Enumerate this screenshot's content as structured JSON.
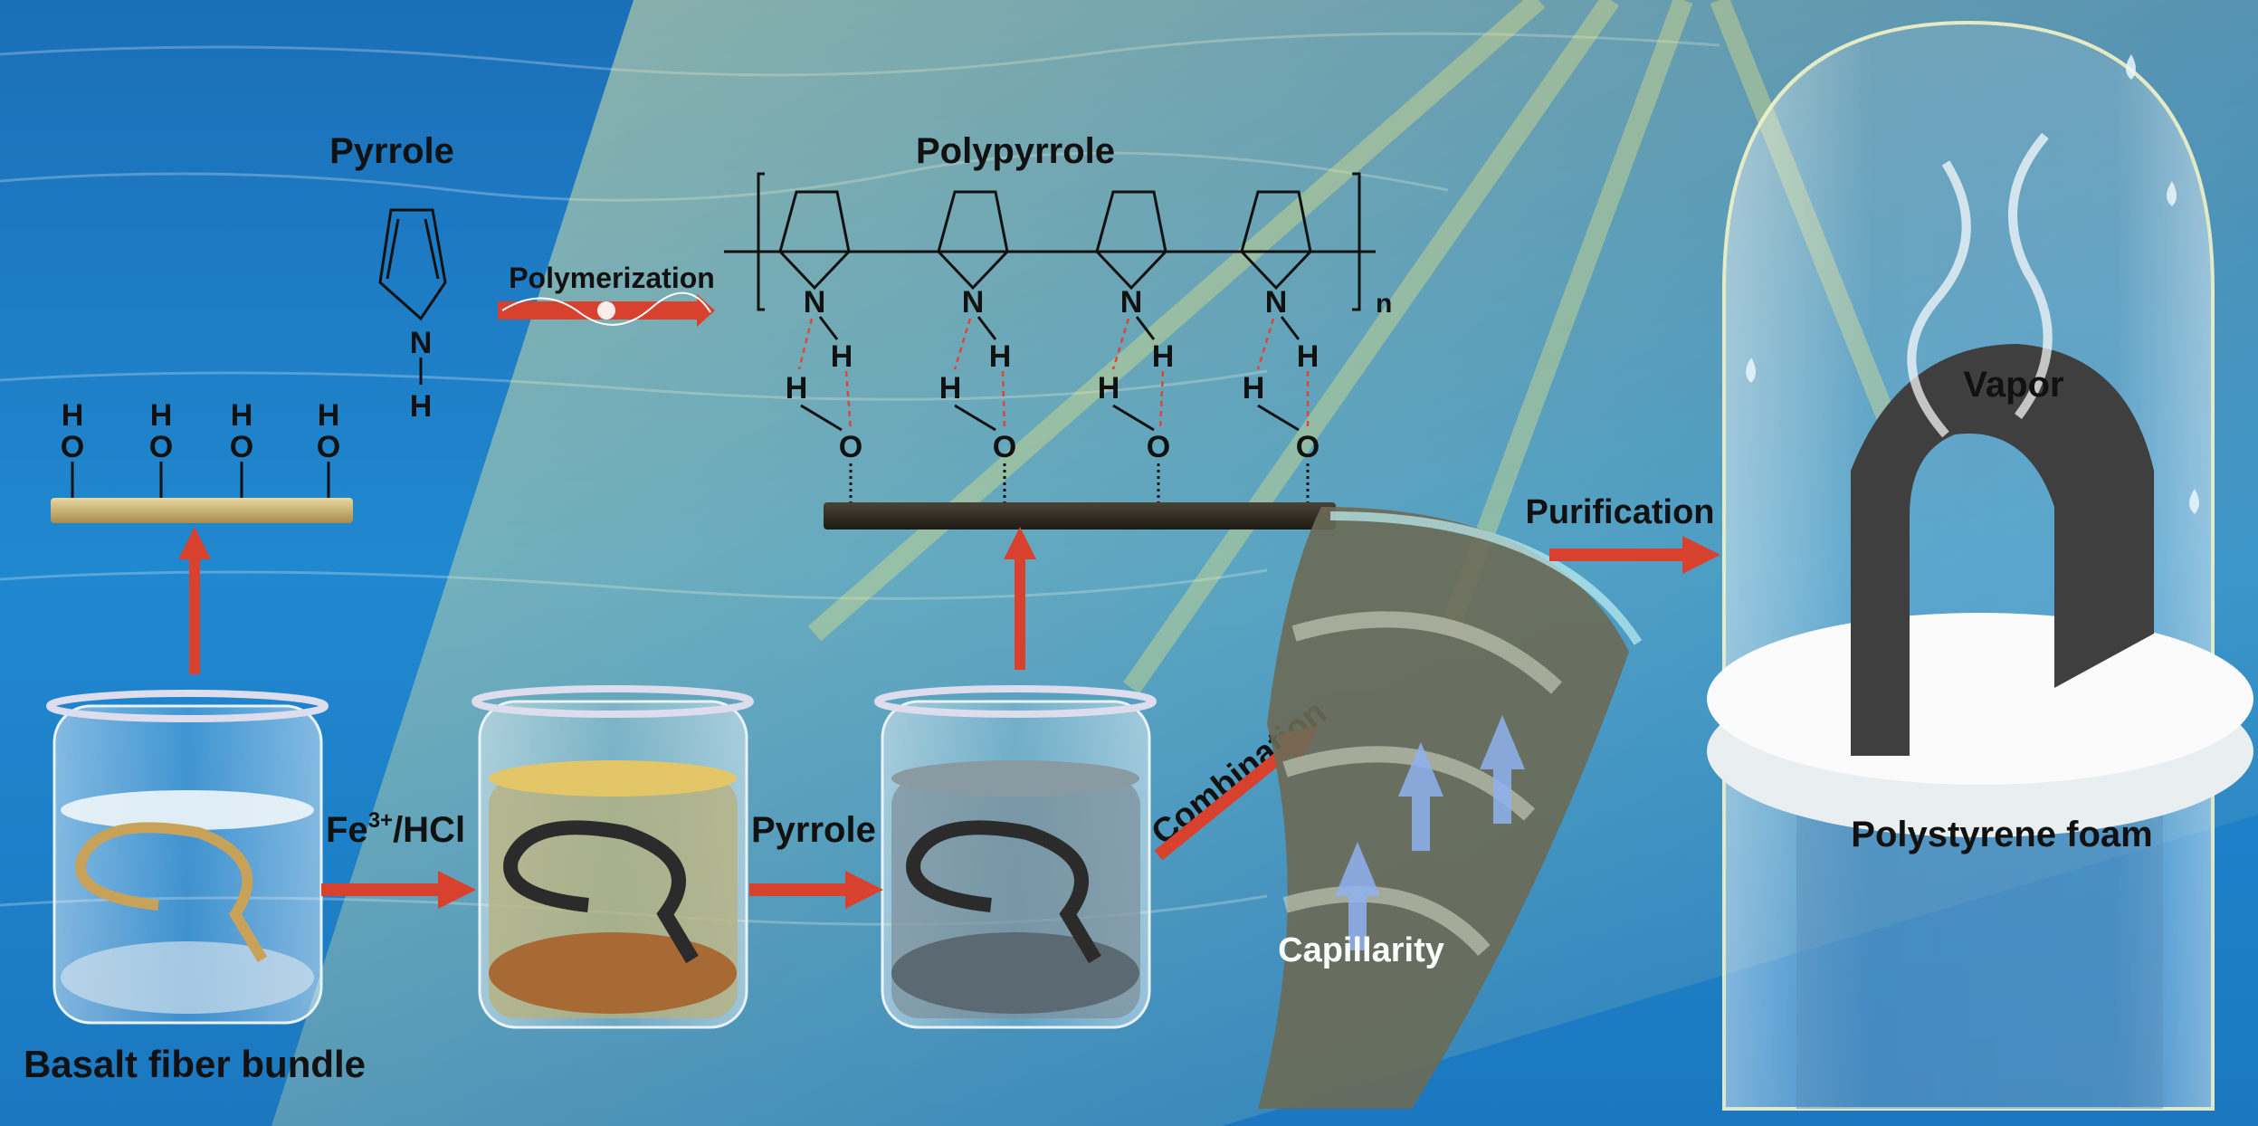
{
  "labels": {
    "pyrrole_monomer": "Pyrrole",
    "polymerization": "Polymerization",
    "polypyrrole": "Polypyrrole",
    "repeat_n": "n",
    "fe_prefix": "Fe",
    "fe_superscript": "3+",
    "fe_suffix": "/HCl",
    "pyrrole_step": "Pyrrole",
    "combination": "Combination",
    "capillarity": "Capillarity",
    "purification": "Purification",
    "vapor": "Vapor",
    "polystyrene_foam": "Polystyrene foam",
    "basalt_fiber_bundle": "Basalt fiber bundle"
  },
  "atoms": {
    "H": "H",
    "O": "O",
    "N": "N"
  },
  "colors": {
    "sea": "#1f7fc4",
    "arrow": "#d9412f",
    "basalt_fiber": "#c9a25a",
    "coated_fiber": "#2b2b2b",
    "fe_solution": "#b9b07a",
    "pyrrole_solution": "#7d8f99"
  }
}
